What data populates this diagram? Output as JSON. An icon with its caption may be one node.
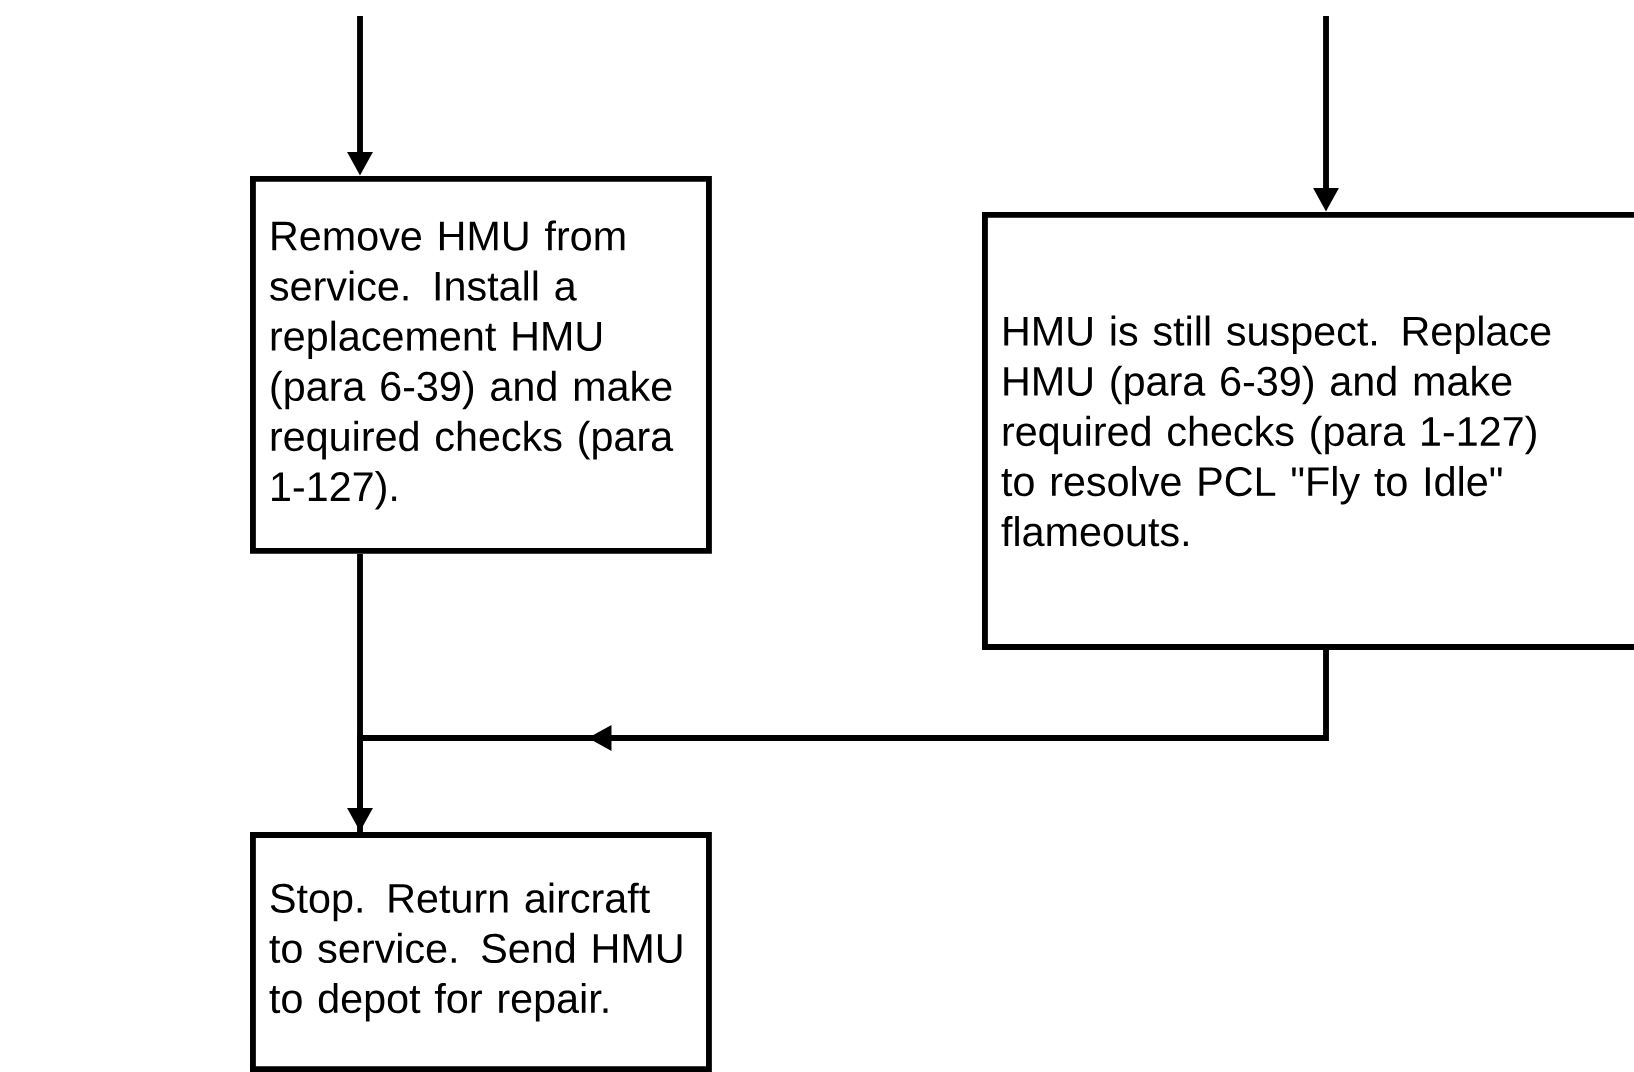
{
  "diagram": {
    "nodes": [
      {
        "text": [
          "Remove HMU from service.  Install a replacement HMU (para 6-39) and make required checks (para 1-127)."
        ]
      },
      {
        "text": [
          "HMU is still suspect. Replace HMU (para 6-39) and make required checks (para 1-127) to resolve PCL \"Fly to Idle\" flameouts."
        ]
      },
      {
        "text": [
          "Stop.  Return aircraft to service.  Send HMU to depot for repair."
        ]
      }
    ],
    "edges": [
      {
        "from": null,
        "to": 0,
        "arrow": "to"
      },
      {
        "from": null,
        "to": 1,
        "arrow": "to"
      },
      {
        "from": 0,
        "to": 2,
        "arrow": "to"
      },
      {
        "from": 1,
        "to": 2,
        "arrow": "to"
      }
    ]
  }
}
